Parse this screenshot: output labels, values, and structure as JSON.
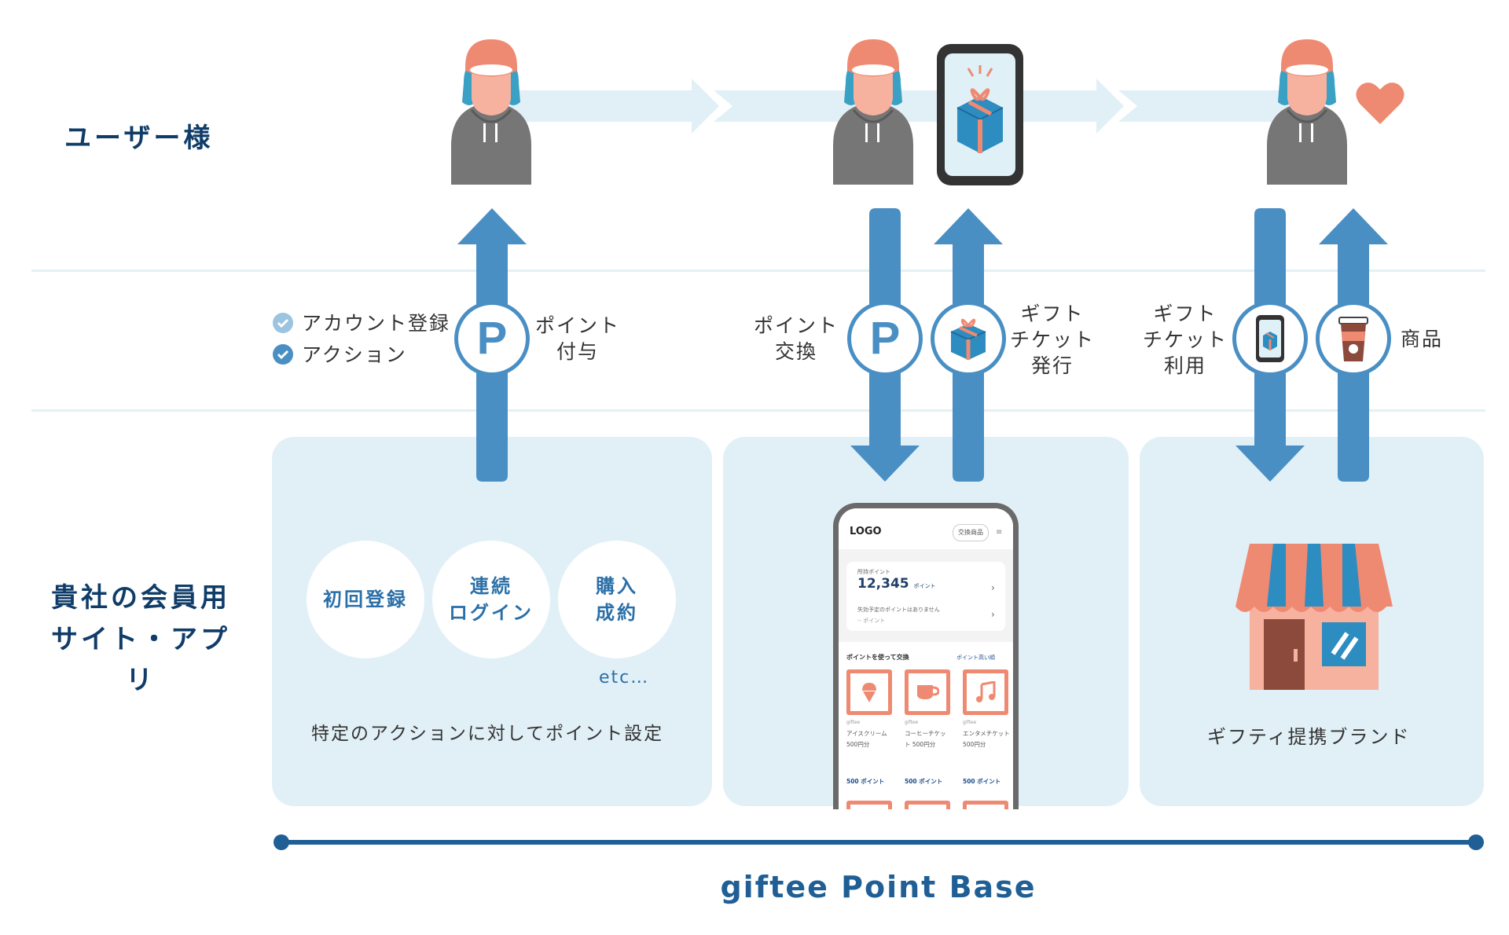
{
  "rows": {
    "user_label": "ユーザー様",
    "site_label_line1": "貴社の会員用",
    "site_label_line2": "サイト・アプリ"
  },
  "stage1": {
    "checks": [
      "アカウント登録",
      "アクション"
    ],
    "point_badge": "P",
    "flow_label_line1": "ポイント",
    "flow_label_line2": "付与",
    "actions": [
      {
        "line1": "初回登録",
        "line2": ""
      },
      {
        "line1": "連続",
        "line2": "ログイン"
      },
      {
        "line1": "購入",
        "line2": "成約"
      }
    ],
    "etc": "etc…",
    "caption": "特定のアクションに対してポイント設定"
  },
  "stage2": {
    "left_label_line1": "ポイント",
    "left_label_line2": "交換",
    "point_badge": "P",
    "right_label_line1": "ギフト",
    "right_label_line2": "チケット",
    "right_label_line3": "発行",
    "phone": {
      "logo": "LOGO",
      "exchange_button": "交換商品",
      "menu_icon": "≡",
      "owned_label": "所持ポイント",
      "points": "12,345",
      "points_unit": "ポイント",
      "expire_note": "失効予定のポイントはありません",
      "expire_value": "-- ポイント",
      "section_title": "ポイントを使って交換",
      "sort_label": "ポイント高い順",
      "items": [
        {
          "brand": "giftee",
          "name": "アイスクリーム",
          "name2": "500円分",
          "price": "500 ポイント",
          "icon": "ice-cream-icon"
        },
        {
          "brand": "giftee",
          "name": "コーヒーチケッ",
          "name2": "ト 500円分",
          "price": "500 ポイント",
          "icon": "coffee-cup-icon"
        },
        {
          "brand": "giftee",
          "name": "エンタメチケット",
          "name2": "500円分",
          "price": "500 ポイント",
          "icon": "music-note-icon"
        }
      ]
    }
  },
  "stage3": {
    "left_label_line1": "ギフト",
    "left_label_line2": "チケット",
    "left_label_line3": "利用",
    "right_label": "商品",
    "caption": "ギフティ提携ブランド"
  },
  "footer": {
    "title": "giftee Point Base"
  },
  "colors": {
    "navy": "#0f3c68",
    "arrow_blue": "#4a8fc4",
    "panel": "#e1f0f7",
    "coral": "#ef8a72",
    "timeline": "#1f5f95"
  }
}
